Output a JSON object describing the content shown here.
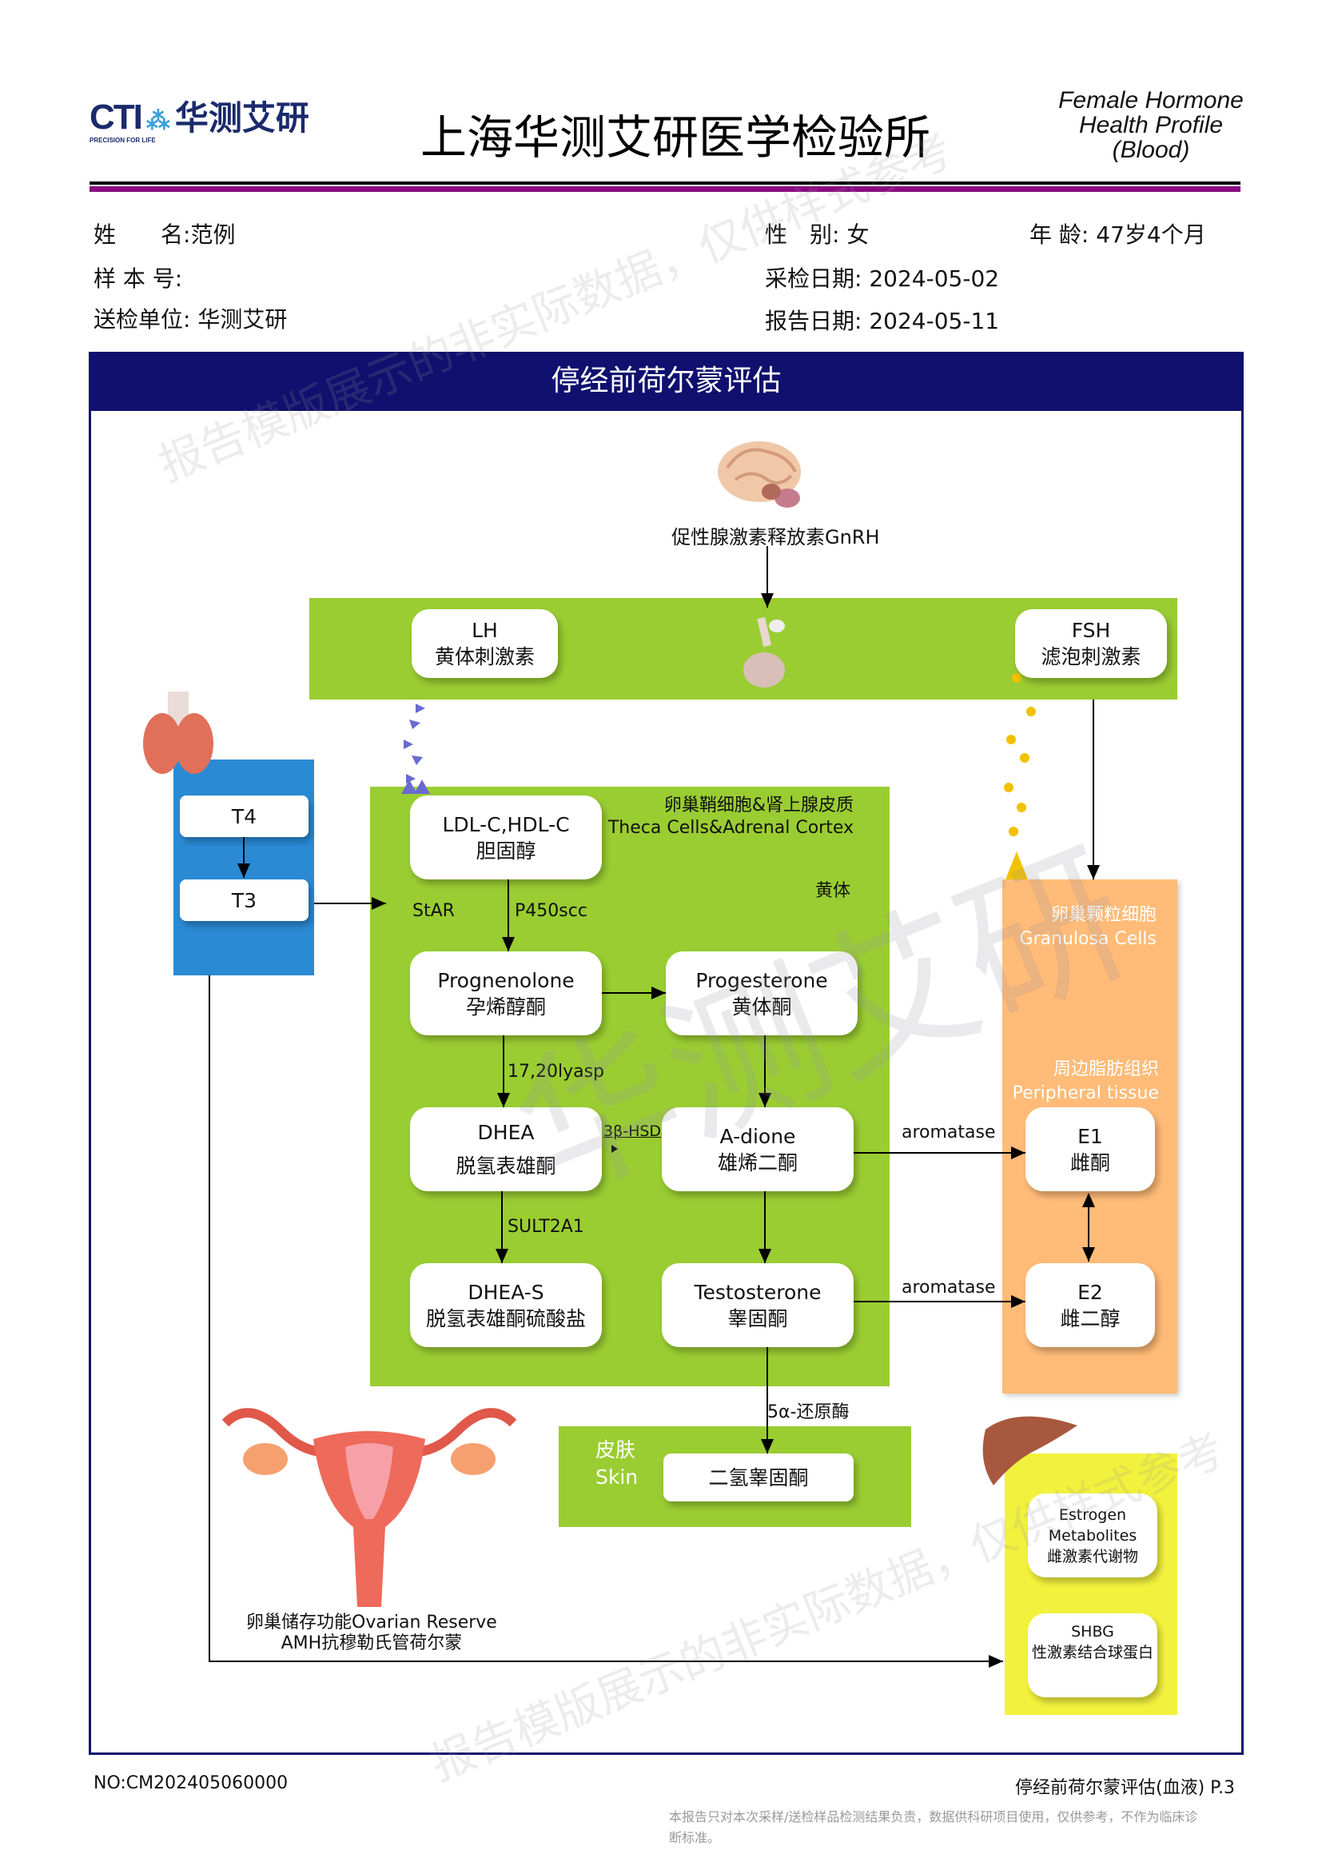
{
  "header": {
    "logo_brand": "CTI",
    "logo_cn": "华测艾研",
    "logo_tagline": "PRECISION FOR LIFE",
    "title": "上海华测艾研医学检验所",
    "profile_line1": "Female Hormone",
    "profile_line2": "Health Profile",
    "profile_line3": "(Blood)"
  },
  "patient": {
    "name_label": "姓　　名:",
    "name": "范例",
    "gender_label": "性　别:",
    "gender": "女",
    "age_label": "年 龄:",
    "age": "47岁4个月",
    "sample_label": "样 本 号:",
    "sample": "",
    "collect_label": "采检日期:",
    "collect_date": "2024-05-02",
    "unit_label": "送检单位:",
    "unit": "华测艾研",
    "report_label": "报告日期:",
    "report_date": "2024-05-11"
  },
  "section_title": "停经前荷尔蒙评估",
  "diagram": {
    "gnrh": "促性腺激素释放素GnRH",
    "lh": [
      "LH",
      "黄体刺激素"
    ],
    "fsh": [
      "FSH",
      "滤泡刺激素"
    ],
    "t4": "T4",
    "t3": "T3",
    "theca": [
      "卵巢鞘细胞&肾上腺皮质",
      "Theca Cells&Adrenal Cortex"
    ],
    "corpus_luteum": "黄体",
    "star": "StAR",
    "p450scc": "P450scc",
    "lyase": "17,20lyasp",
    "hsd": "3β-HSD",
    "sult": "SULT2A1",
    "aromatase1": "aromatase",
    "aromatase2": "aromatase",
    "reductase": "5α-还原酶",
    "ldl": [
      "LDL-C,HDL-C",
      "胆固醇"
    ],
    "pregnenolone": [
      "Prognenolone",
      "孕烯醇酮"
    ],
    "progesterone": [
      "Progesterone",
      "黄体酮"
    ],
    "dhea": [
      "DHEA",
      "脱氢表雄酮"
    ],
    "adione": [
      "A-dione",
      "雄烯二酮"
    ],
    "dheas": [
      "DHEA-S",
      "脱氢表雄酮硫酸盐"
    ],
    "testosterone": [
      "Testosterone",
      "睾固酮"
    ],
    "granulosa": [
      "卵巢颗粒细胞",
      "Granulosa Cells"
    ],
    "peripheral": [
      "周边脂肪组织",
      "Peripheral tissue"
    ],
    "e1": [
      "E1",
      "雌酮"
    ],
    "e2": [
      "E2",
      "雌二醇"
    ],
    "skin": [
      "皮肤",
      "Skin"
    ],
    "dht": "二氢睾固酮",
    "estrogen_metabolites": [
      "Estrogen",
      "Metabolites",
      "雌激素代谢物"
    ],
    "shbg": [
      "SHBG",
      "性激素结合球蛋白"
    ],
    "ovarian": [
      "卵巢储存功能Ovarian Reserve",
      "AMH抗穆勒氏管荷尔蒙"
    ]
  },
  "watermark": {
    "text1": "报告模版展示的非实际数据，仅供样式参考",
    "text2": "华测艾研"
  },
  "footer": {
    "report_no": "NO:CM202405060000",
    "page_label": "停经前荷尔蒙评估(血液) P.3",
    "disclaimer1": "本报告只对本次采样/送检样品检测结果负责，数据供科研项目使用，仅供参考，不作为临床诊",
    "disclaimer2": "断标准。"
  },
  "colors": {
    "navy": "#10106e",
    "purple": "#8a0a82",
    "green": "#9acd32",
    "blue": "#2b8ad4",
    "orange": "#ffbb77",
    "yellow": "#f2f23e"
  }
}
